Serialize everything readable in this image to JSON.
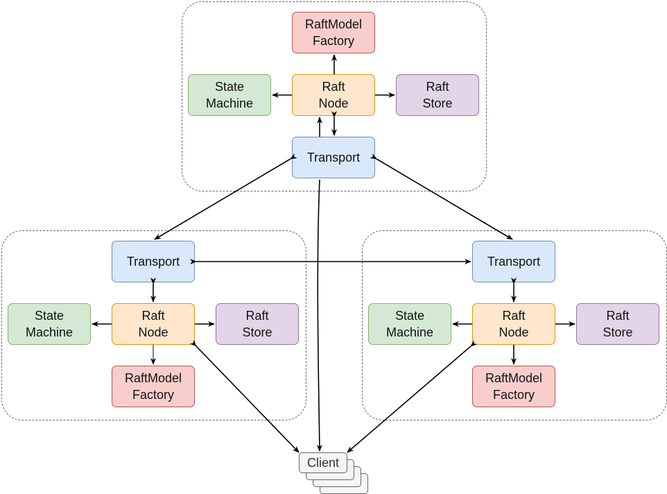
{
  "components": {
    "state_machine": [
      "State",
      "Machine"
    ],
    "raft_node": [
      "Raft",
      "Node"
    ],
    "raft_store": [
      "Raft",
      "Store"
    ],
    "raftmodel_factory": [
      "RaftModel",
      "Factory"
    ],
    "transport": "Transport",
    "client": "Client"
  },
  "colors": {
    "state_machine_fill": "#d5e8d4",
    "state_machine_stroke": "#82b366",
    "raft_node_fill": "#ffe6cc",
    "raft_node_stroke": "#d79b00",
    "raft_store_fill": "#e1d5e7",
    "raft_store_stroke": "#9673a6",
    "factory_fill": "#f8cecc",
    "factory_stroke": "#b85450",
    "transport_fill": "#dae8fc",
    "transport_stroke": "#6c8ebf",
    "client_fill": "#f5f5f5",
    "client_stroke": "#666666",
    "group_border": "#666666",
    "edge": "#000000"
  }
}
